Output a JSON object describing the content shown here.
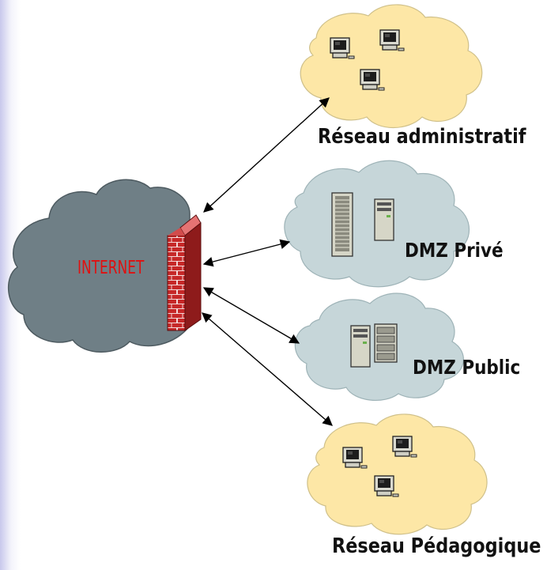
{
  "internet_label": "INTERNET",
  "networks": {
    "admin": "Réseau administratif",
    "dmz_private": "DMZ Privé",
    "dmz_public": "DMZ Public",
    "pedagogic": "Réseau Pédagogique"
  },
  "colors": {
    "internet_cloud": "#6f7f86",
    "lan_cloud": "#fde7a6",
    "dmz_cloud": "#c6d6d9",
    "firewall": "#c62828",
    "internet_text": "#e01010"
  },
  "icons": {
    "firewall": "brick-wall-icon",
    "workstation": "computer-icon",
    "server": "server-icon"
  }
}
